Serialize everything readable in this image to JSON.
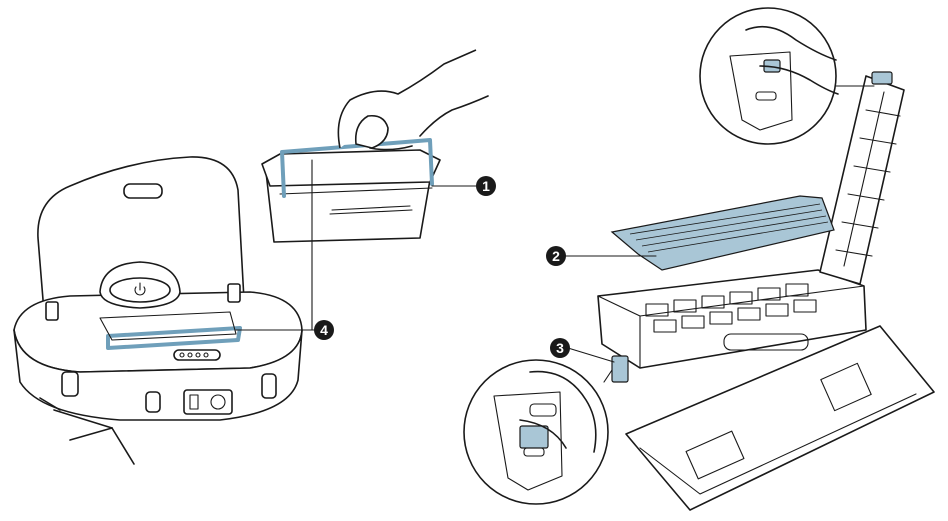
{
  "colors": {
    "line": "#1a1a1a",
    "highlight": "#6f9fba",
    "highlight_fill": "#a9c6d6",
    "badge": "#1a1a1a",
    "badge_text": "#ffffff"
  },
  "callouts": [
    {
      "id": "1",
      "label": "1"
    },
    {
      "id": "2",
      "label": "2"
    },
    {
      "id": "3",
      "label": "3"
    },
    {
      "id": "4",
      "label": "4"
    }
  ],
  "icons": [
    "hand-icon",
    "power-icon"
  ]
}
